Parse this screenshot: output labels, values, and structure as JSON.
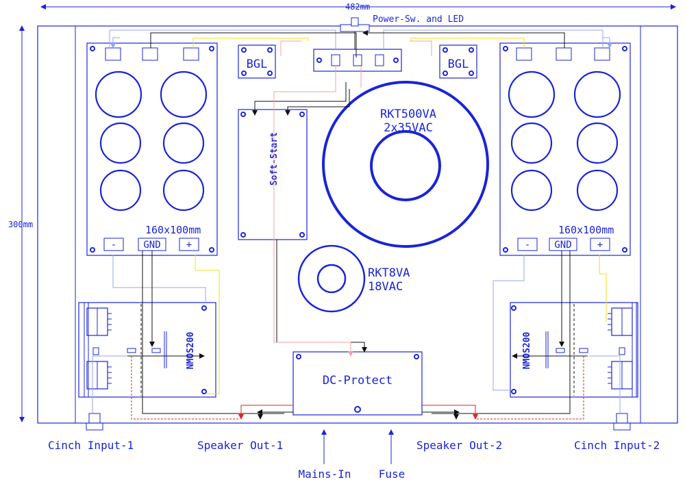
{
  "dimensions": {
    "width_label": "482mm",
    "height_label": "300mm"
  },
  "top_label": "Power-Sw. and LED",
  "bgl_left": "BGL",
  "bgl_right": "BGL",
  "transformer_main": {
    "line1": "RKT500VA",
    "line2": "2x35VAC"
  },
  "transformer_small": {
    "line1": "RKT8VA",
    "line2": "18VAC"
  },
  "soft_start": "Soft-Start",
  "psu_left": {
    "size": "160x100mm",
    "minus": "-",
    "gnd": "GND",
    "plus": "+"
  },
  "psu_right": {
    "size": "160x100mm",
    "minus": "-",
    "gnd": "GND",
    "plus": "+"
  },
  "amp_left": "NMOS200",
  "amp_right": "NMOS200",
  "dc_protect": "DC-Protect",
  "bottom_labels": {
    "cinch_1": "Cinch Input-1",
    "speaker_1": "Speaker Out-1",
    "speaker_2": "Speaker Out-2",
    "cinch_2": "Cinch Input-2",
    "mains": "Mains-In",
    "fuse": "Fuse"
  },
  "colors": {
    "outline": "#1a24d6",
    "wire_light": "#9aa6f0",
    "wire_black": "#111111",
    "wire_red": "#e22222",
    "wire_pink": "#f0a0a0",
    "wire_yellow": "#e8e020"
  }
}
